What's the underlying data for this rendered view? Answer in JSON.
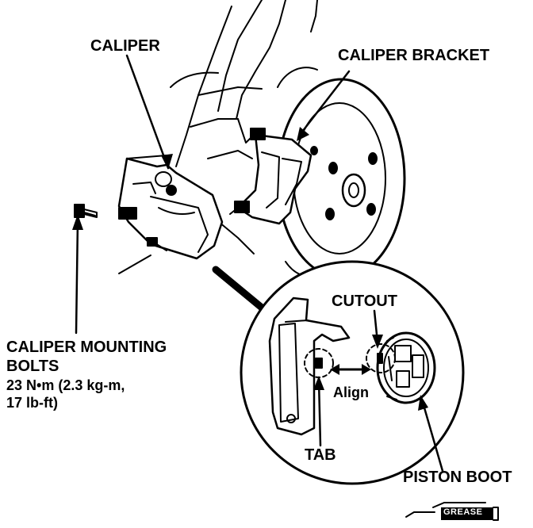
{
  "labels": {
    "caliper": "CALIPER",
    "caliper_bracket": "CALIPER BRACKET",
    "mounting_bolts": {
      "line1": "CALIPER MOUNTING",
      "line2": "BOLTS",
      "torque1": "23 N•m (2.3 kg-m,",
      "torque2": "17 lb-ft)"
    },
    "cutout": "CUTOUT",
    "align": "Align",
    "tab": "TAB",
    "piston_boot": "PISTON BOOT",
    "grease": "GREASE"
  },
  "colors": {
    "ink": "#000000",
    "paper": "#ffffff"
  }
}
